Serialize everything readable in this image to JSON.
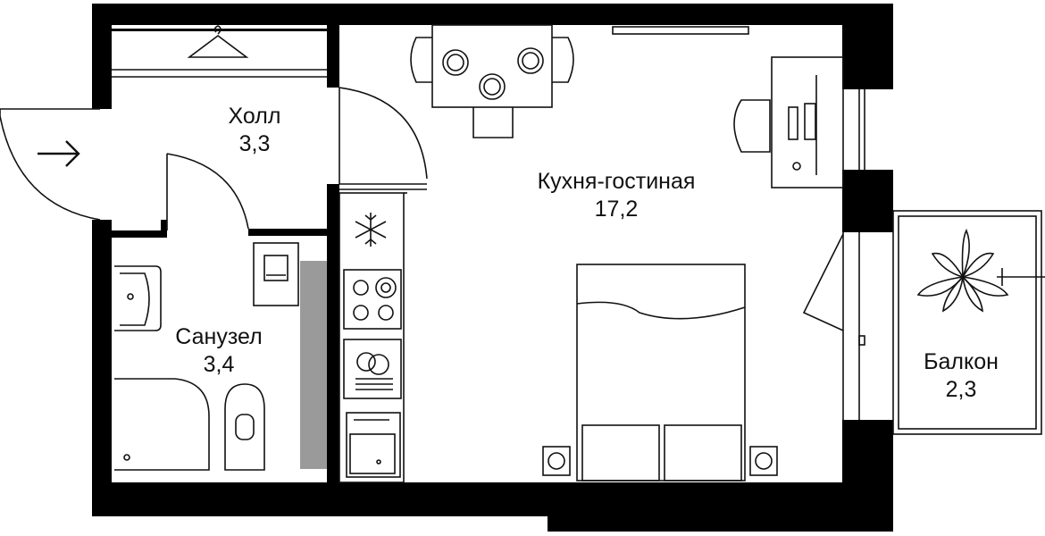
{
  "rooms": [
    {
      "id": "hall",
      "name": "Холл",
      "area": "3,3"
    },
    {
      "id": "living",
      "name": "Кухня-гостиная",
      "area": "17,2"
    },
    {
      "id": "bath",
      "name": "Санузел",
      "area": "3,4"
    },
    {
      "id": "balcony",
      "name": "Балкон",
      "area": "2,3"
    }
  ],
  "colors": {
    "wall": "#000000",
    "line": "#111111",
    "shaft": "#9a9a9a",
    "background": "#ffffff"
  },
  "icons": [
    "entrance-arrow-icon",
    "hanger-icon",
    "snowflake-icon",
    "stove-icon",
    "dishwasher-icon",
    "sink-icon",
    "washing-machine-icon",
    "plant-icon",
    "socket-icon"
  ]
}
